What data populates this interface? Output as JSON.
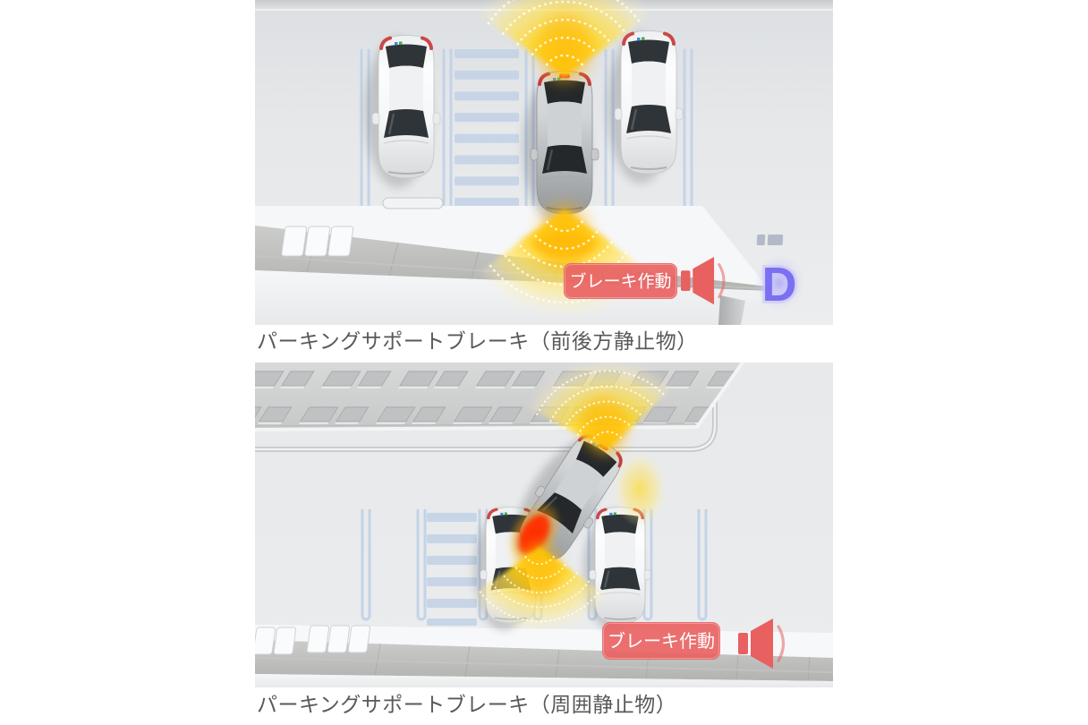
{
  "figure1": {
    "caption": "パーキングサポートブレーキ（前後方静止物）",
    "badge_label": "ブレーキ作動",
    "gear_indicator": "D"
  },
  "figure2": {
    "caption": "パーキングサポートブレーキ（周囲静止物）",
    "badge_label": "ブレーキ作動"
  },
  "colors": {
    "badge_bg": "#e96363",
    "badge_text": "#ffffff",
    "speaker_red": "#e86060",
    "gear_blue": "#7a70f1",
    "wave_yellow": "#ffd829",
    "alert_red": "#ff3b00",
    "parking_line": "#c2d2e8",
    "caption_text": "#595959"
  }
}
